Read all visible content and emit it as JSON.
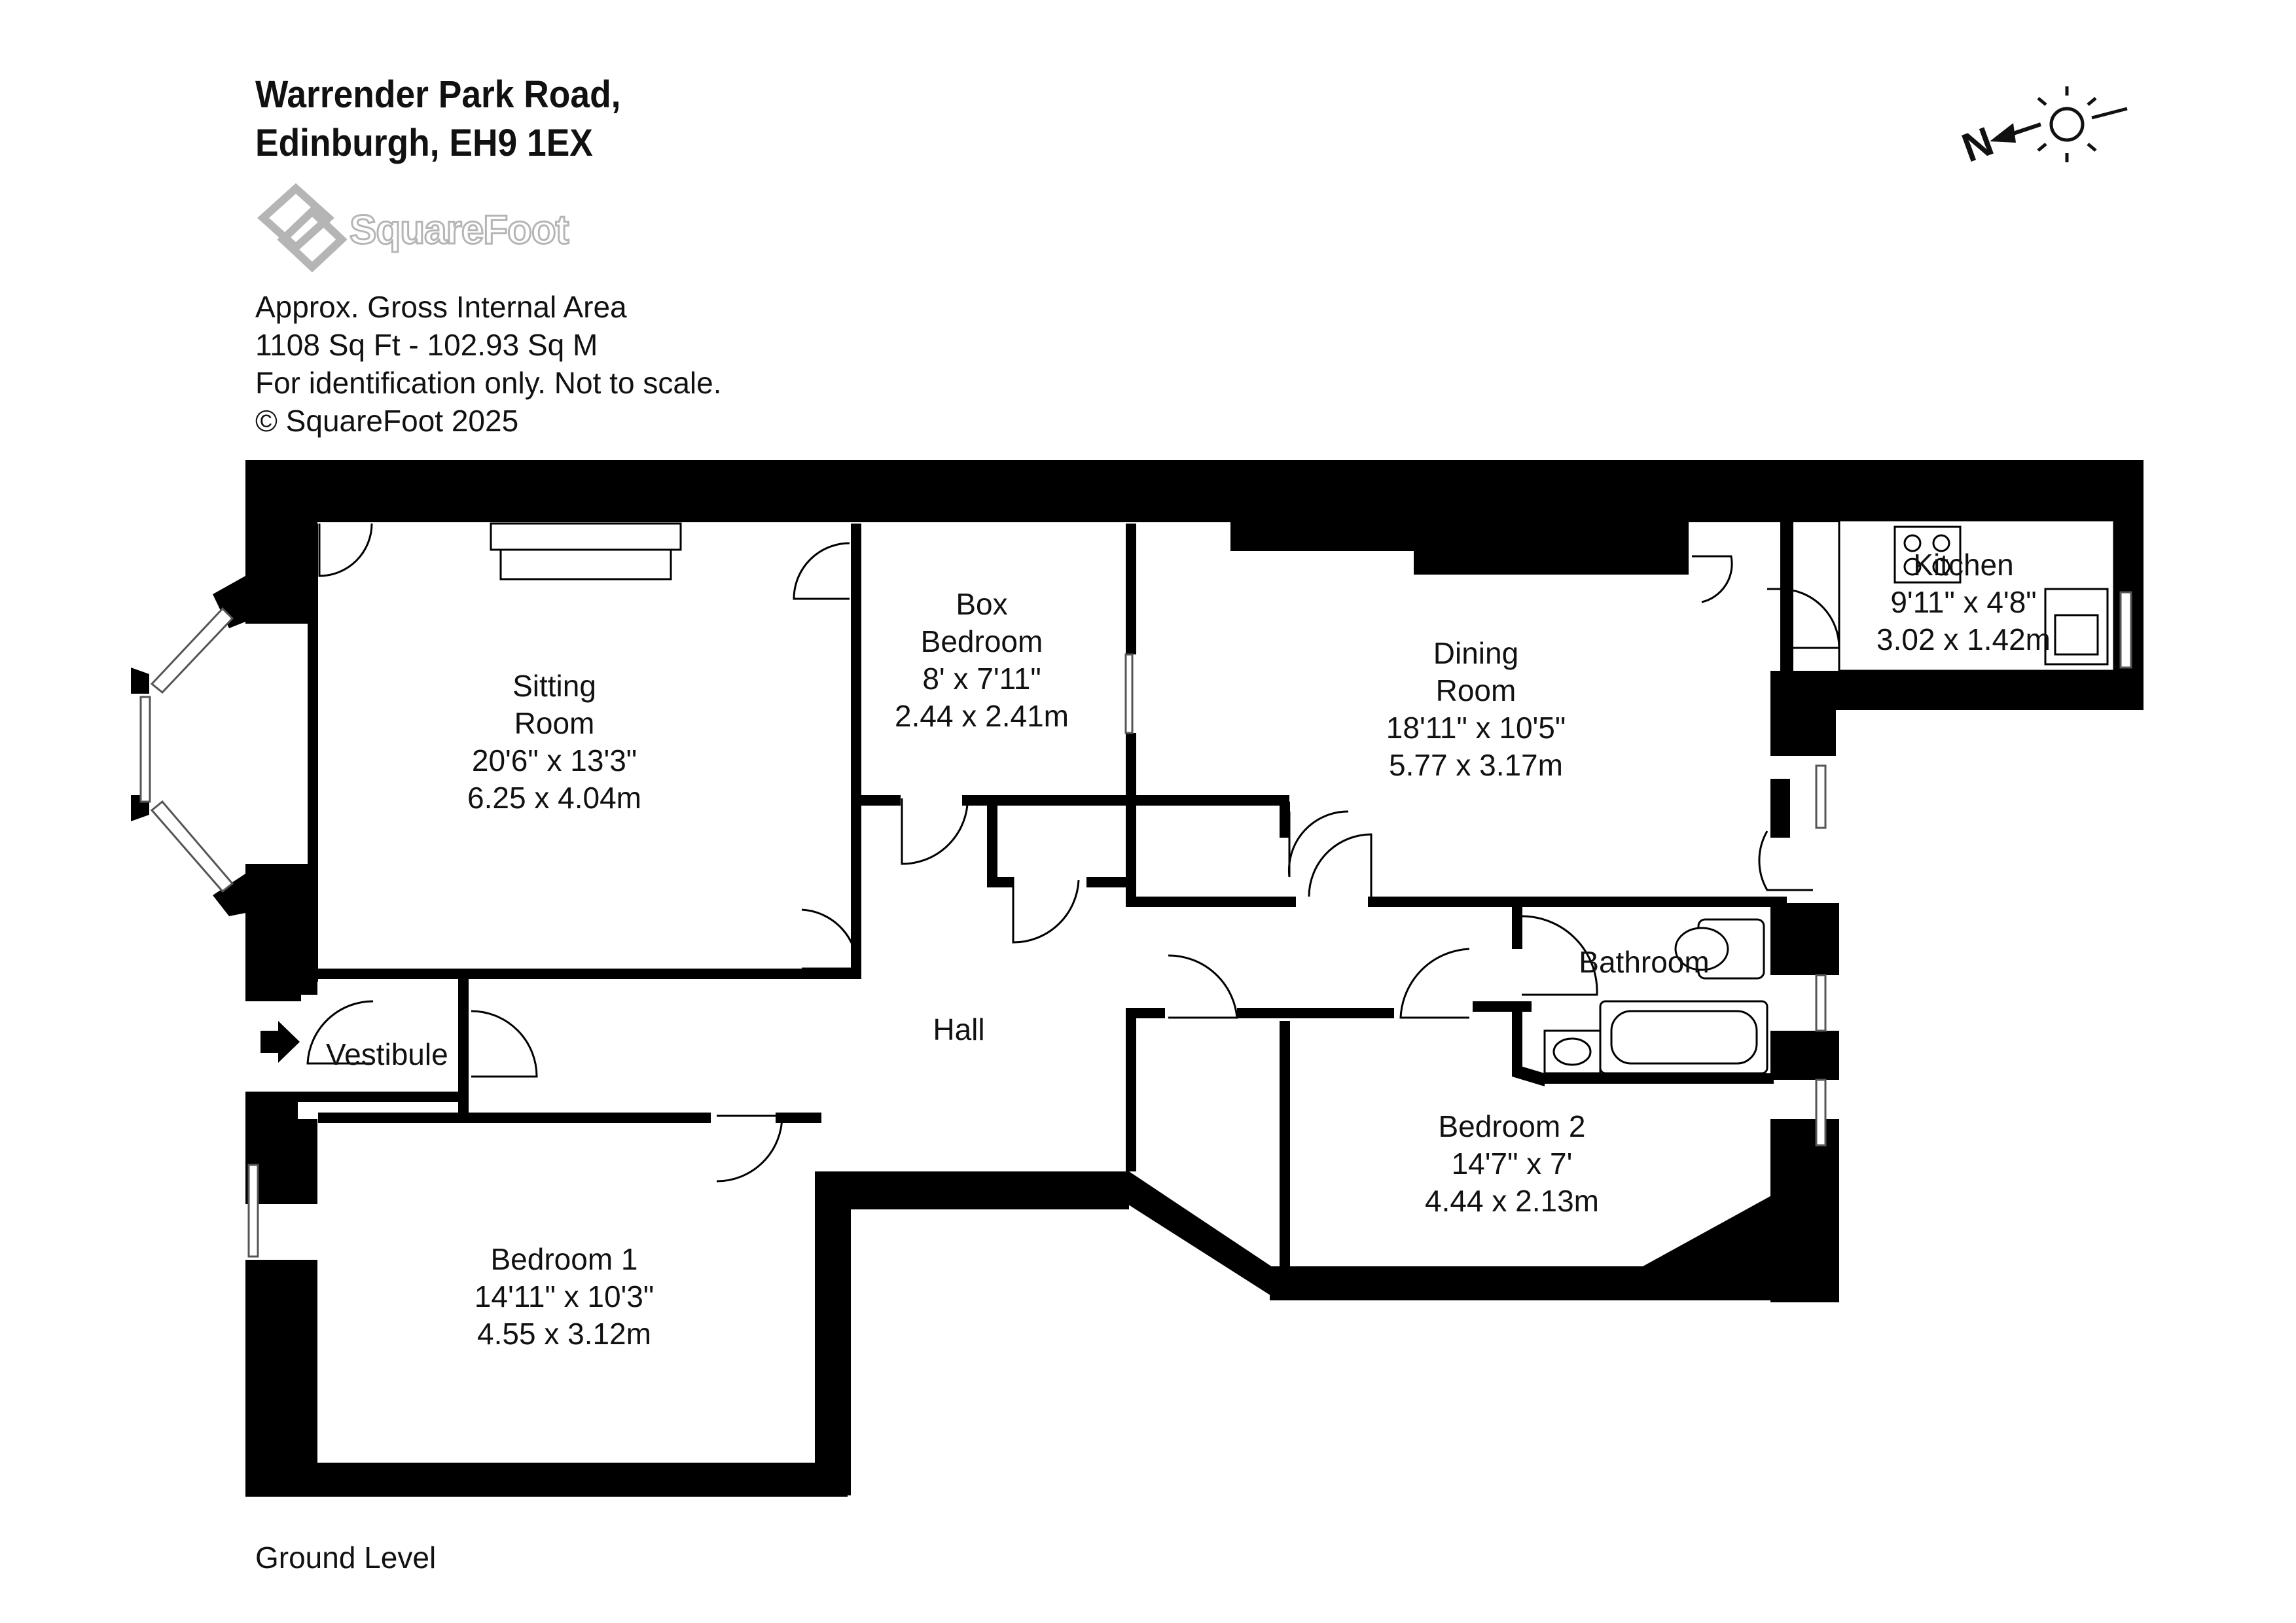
{
  "address": {
    "line1": "Warrender Park Road,",
    "line2": "Edinburgh, EH9 1EX"
  },
  "logo": {
    "text": "SquareFoot"
  },
  "info": {
    "area_title": "Approx. Gross Internal Area",
    "area_values": "1108 Sq Ft  -  102.93 Sq M",
    "disclaimer": "For identification only. Not to scale.",
    "copyright": "© SquareFoot 2025"
  },
  "compass": {
    "north_label": "N",
    "icons": [
      "north-arrow-icon",
      "sun-icon"
    ]
  },
  "floor_label": "Ground Level",
  "rooms": {
    "sitting_room": {
      "name_line1": "Sitting",
      "name_line2": "Room",
      "imperial": "20'6\" x 13'3\"",
      "metric": "6.25 x 4.04m"
    },
    "box_bedroom": {
      "name_line1": "Box",
      "name_line2": "Bedroom",
      "imperial": "8' x 7'11\"",
      "metric": "2.44 x 2.41m"
    },
    "dining_room": {
      "name_line1": "Dining",
      "name_line2": "Room",
      "imperial": "18'11\" x 10'5\"",
      "metric": "5.77 x 3.17m"
    },
    "kitchen": {
      "name": "Kitchen",
      "imperial": "9'11\" x 4'8\"",
      "metric": "3.02 x 1.42m"
    },
    "bathroom": {
      "name": "Bathroom"
    },
    "hall": {
      "name": "Hall"
    },
    "vestibule": {
      "name": "Vestibule"
    },
    "bedroom_1": {
      "name": "Bedroom 1",
      "imperial": "14'11\" x 10'3\"",
      "metric": "4.55 x 3.12m"
    },
    "bedroom_2": {
      "name": "Bedroom 2",
      "imperial": "14'7\" x 7'",
      "metric": "4.44 x 2.13m"
    }
  },
  "colors": {
    "wall": "#000000",
    "window": "#9a9a9a",
    "logo_grey": "#b5b5b5",
    "background": "#ffffff"
  }
}
